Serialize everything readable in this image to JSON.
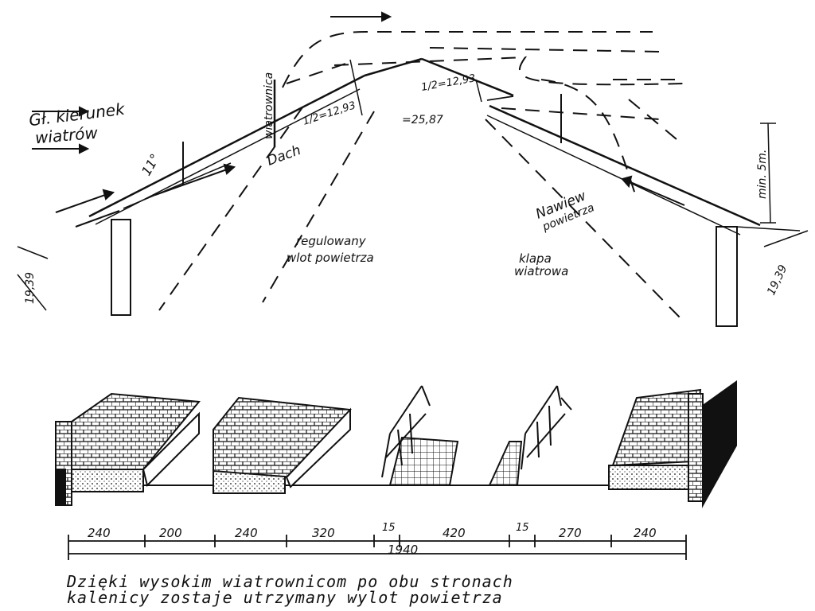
{
  "labels": {
    "wind_direction_line1": "Gł. kierunek",
    "wind_direction_line2": "wiatrów",
    "wind_screen": "wiatrownica",
    "roof": "Dach",
    "half_height_left": "1/2=12,93",
    "half_height_right": "1/2=12,93",
    "full_height": "=25,87",
    "angle": "11°",
    "adjustable_inlet_line1": "regulowany",
    "adjustable_inlet_line2": "wlot powietrza",
    "air_inflow_line1": "Nawiew",
    "air_inflow_line2": "powietrza",
    "wind_flap_line1": "klapa",
    "wind_flap_line2": "wiatrowa",
    "min_height": "min. 5m.",
    "dim_left": "19,39",
    "dim_right": "19,39"
  },
  "dimensions": {
    "segments": [
      "240",
      "200",
      "240",
      "320",
      "15",
      "420",
      "15",
      "270",
      "240"
    ],
    "total": "1940"
  },
  "caption": {
    "line1": "Dzięki wysokim wiatrownicom po obu stronach",
    "line2": "kalenicy zostaje utrzymany wylot powietrza"
  }
}
